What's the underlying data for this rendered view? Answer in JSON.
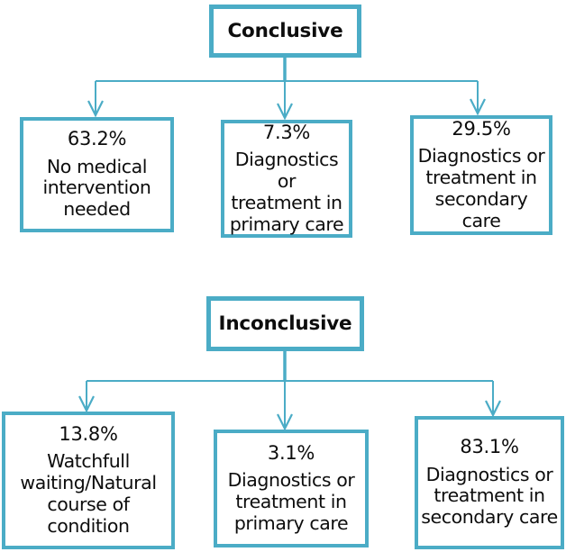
{
  "diagram": {
    "type": "flowchart",
    "accent_color": "#4BACC6",
    "background_color": "#FFFFFF",
    "text_color": "#0D0D0D",
    "sections": [
      {
        "id": "conclusive",
        "root": {
          "label": "Conclusive"
        },
        "children": [
          {
            "id": "conclusive-no-intervention",
            "percent": "63.2%",
            "description": "No medical\nintervention\nneeded"
          },
          {
            "id": "conclusive-primary-care",
            "percent": "7.3%",
            "description": "Diagnostics or\ntreatment in\nprimary care"
          },
          {
            "id": "conclusive-secondary-care",
            "percent": "29.5%",
            "description": "Diagnostics or\ntreatment in\nsecondary care"
          }
        ]
      },
      {
        "id": "inconclusive",
        "root": {
          "label": "Inconclusive"
        },
        "children": [
          {
            "id": "inconclusive-watchful-waiting",
            "percent": "13.8%",
            "description": "Watchfull\nwaiting/Natural\ncourse of\ncondition"
          },
          {
            "id": "inconclusive-primary-care",
            "percent": "3.1%",
            "description": "Diagnostics or\ntreatment in\nprimary care"
          },
          {
            "id": "inconclusive-secondary-care",
            "percent": "83.1%",
            "description": "Diagnostics or\ntreatment in\nsecondary care"
          }
        ]
      }
    ]
  }
}
